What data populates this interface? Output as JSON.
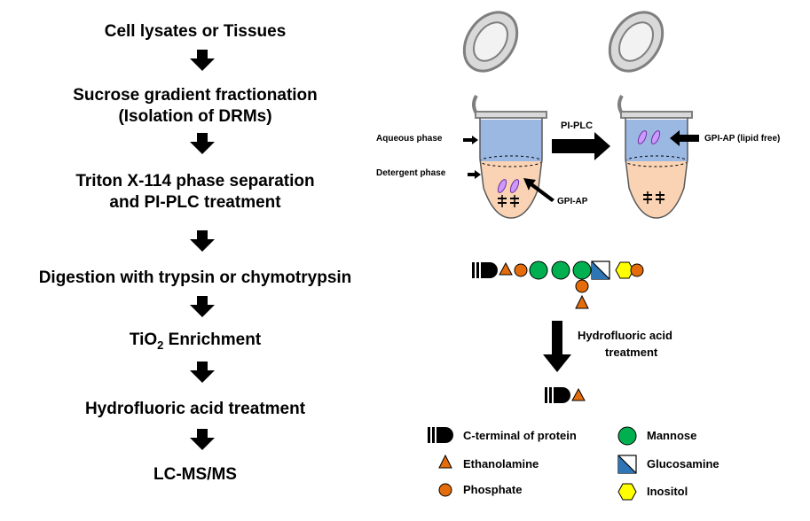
{
  "workflow": {
    "step1": "Cell lysates or Tissues",
    "step2_line1": "Sucrose gradient fractionation",
    "step2_line2": "(Isolation of DRMs)",
    "step3_line1": "Triton X-114 phase separation",
    "step3_line2": "and PI-PLC treatment",
    "step4": "Digestion with trypsin or chymotrypsin",
    "step5_pre": "TiO",
    "step5_sub": "2",
    "step5_post": " Enrichment",
    "step6": "Hydrofluoric acid treatment",
    "step7": "LC-MS/MS"
  },
  "tubes": {
    "aqueous_label": "Aqueous phase",
    "detergent_label": "Detergent phase",
    "gpi_ap_label": "GPI-AP",
    "enzyme_label": "PI-PLC",
    "gpi_ap_lipid_free_label": "GPI-AP (lipid free)"
  },
  "glycan": {
    "treatment_line1": "Hydrofluoric acid",
    "treatment_line2": "treatment"
  },
  "legend": {
    "c_terminal": "C-terminal of protein",
    "ethanolamine": "Ethanolamine",
    "phosphate": "Phosphate",
    "mannose": "Mannose",
    "glucosamine": "Glucosamine",
    "inositol": "Inositol"
  },
  "colors": {
    "aqueous": "#9bb8e3",
    "detergent": "#f9d3b4",
    "ethanolamine": "#e46c0a",
    "phosphate": "#e46c0a",
    "mannose": "#00b050",
    "glucosamine": "#2e75b6",
    "inositol": "#ffff00",
    "gpi_anchor": "#cc99ff"
  }
}
